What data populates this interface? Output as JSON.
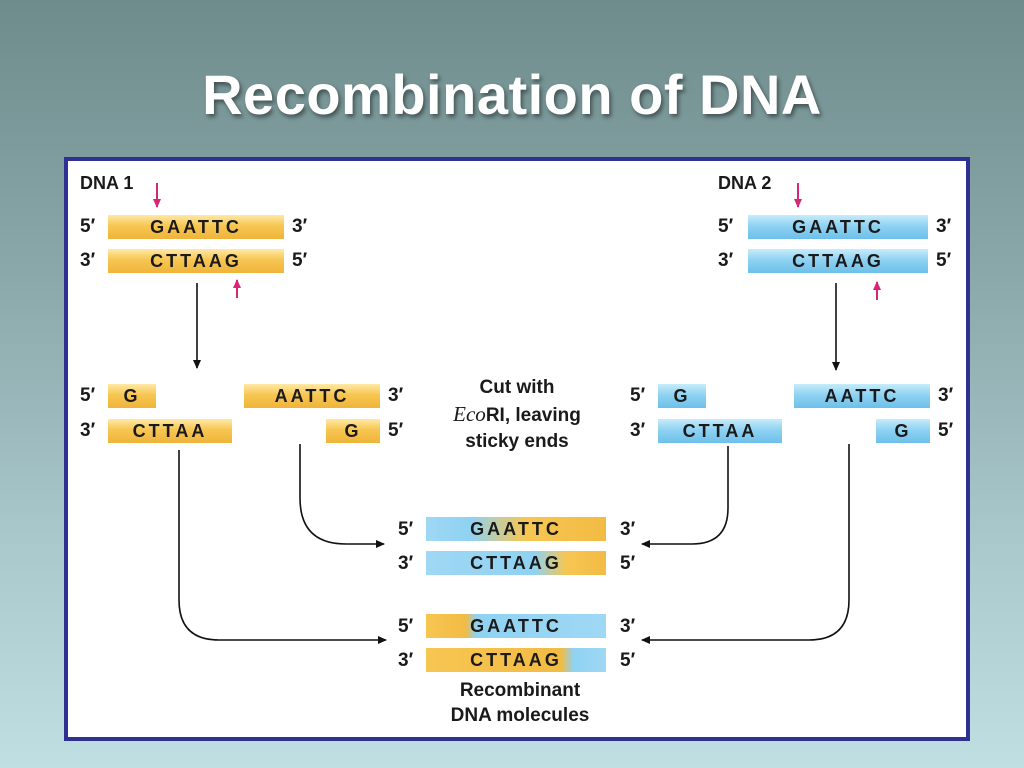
{
  "title": "Recombination of DNA",
  "ends": {
    "five": "5′",
    "three": "3′"
  },
  "dna1": {
    "label": "DNA 1",
    "top": "GAATTC",
    "bottom": "CTTAAG"
  },
  "dna2": {
    "label": "DNA 2",
    "top": "GAATTC",
    "bottom": "CTTAAG"
  },
  "cut": {
    "left_fragment": {
      "top": "G",
      "bottom": "CTTAA"
    },
    "right_fragment": {
      "top": "AATTC",
      "bottom": "G"
    }
  },
  "cut_caption": {
    "line1": "Cut with",
    "enzyme_italic": "Eco",
    "enzyme_roman": "RI, leaving",
    "line3": "sticky  ends"
  },
  "recombinant": {
    "mol1": {
      "top_a": "G",
      "top_b": "AATTC",
      "bottom_a": "CTTAA",
      "bottom_b": "G"
    },
    "mol2": {
      "top_a": "G",
      "top_b": "AATTC",
      "bottom_a": "CTTAA",
      "bottom_b": "G"
    }
  },
  "recombinant_caption": {
    "line1": "Recombinant",
    "line2": "DNA molecules"
  },
  "colors": {
    "dna1": "#f7c652",
    "dna2": "#8fd2f2",
    "cut_arrow": "#d6267a",
    "panel_border": "#2e3192"
  }
}
